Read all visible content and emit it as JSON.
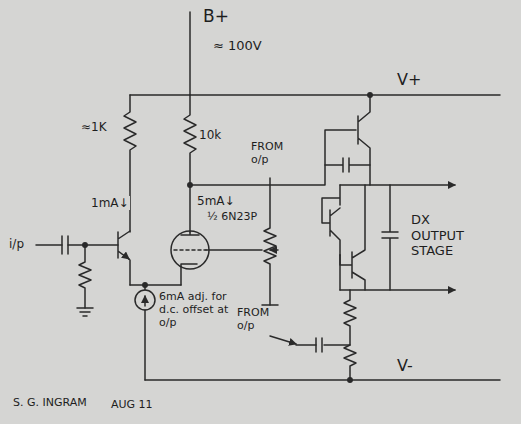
{
  "diagram": {
    "labels": [
      "B+",
      "≈ 100V",
      "V+",
      "≈1K",
      "10k",
      "1mA↓",
      "5mA↓",
      "½ 6N23P",
      "FROM o/p",
      "i/p",
      "6mA adj. for d.c. offset at o/p",
      "DX OUTPUT STAGE",
      "FROM o/p",
      "V-",
      "S. G. INGRAM",
      "AUG 11"
    ]
  }
}
